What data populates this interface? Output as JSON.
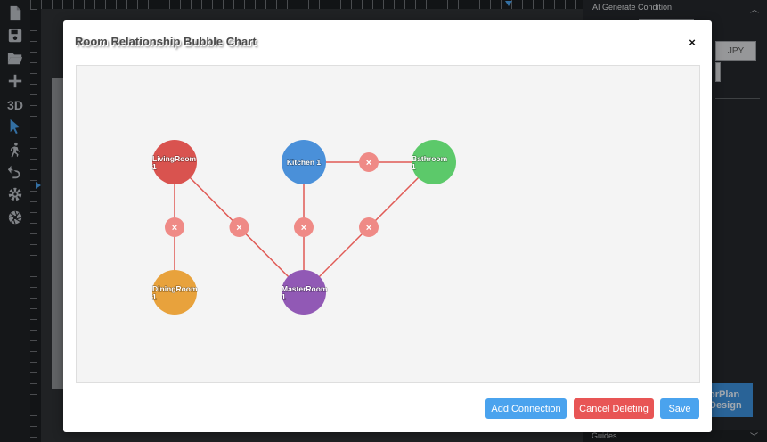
{
  "app": {
    "right_panel": {
      "title": "AI Generate Condition",
      "chip_currency": "JPY",
      "big_button_line1": "orPlan",
      "big_button_line2": "Design",
      "footer": "Guides"
    },
    "toolbar_icons": [
      "new-file-icon",
      "save-icon",
      "open-folder-icon",
      "add-icon",
      "3d-view-icon",
      "select-pointer-icon",
      "walk-icon",
      "undo-icon",
      "settings-icon",
      "camera-aperture-icon"
    ],
    "toolbar_3d_label": "3D"
  },
  "modal": {
    "title": "Room Relationship Bubble Chart",
    "close_label": "×",
    "buttons": {
      "add_connection": "Add Connection",
      "cancel_deleting": "Cancel Deleting",
      "save": "Save"
    },
    "delete_marker_label": "×"
  },
  "colors": {
    "edge": "#e05a55",
    "delete_marker": "#ef8a86",
    "living_room": "#d9534f",
    "kitchen": "#4a90d9",
    "bathroom": "#5cc96a",
    "dining_room": "#e8a23c",
    "master_room": "#9159b5"
  },
  "chart_data": {
    "type": "diagram",
    "nodes": [
      {
        "id": "living",
        "label": "LivingRoom 1",
        "color": "#d9534f"
      },
      {
        "id": "kitchen",
        "label": "Kitchen 1",
        "color": "#4a90d9"
      },
      {
        "id": "bathroom",
        "label": "Bathroom 1",
        "color": "#5cc96a"
      },
      {
        "id": "dining",
        "label": "DiningRoom 1",
        "color": "#e8a23c"
      },
      {
        "id": "master",
        "label": "MasterRoom 1",
        "color": "#9159b5"
      }
    ],
    "edges": [
      {
        "from": "living",
        "to": "dining"
      },
      {
        "from": "living",
        "to": "master"
      },
      {
        "from": "kitchen",
        "to": "master"
      },
      {
        "from": "kitchen",
        "to": "bathroom"
      },
      {
        "from": "bathroom",
        "to": "master"
      }
    ]
  }
}
